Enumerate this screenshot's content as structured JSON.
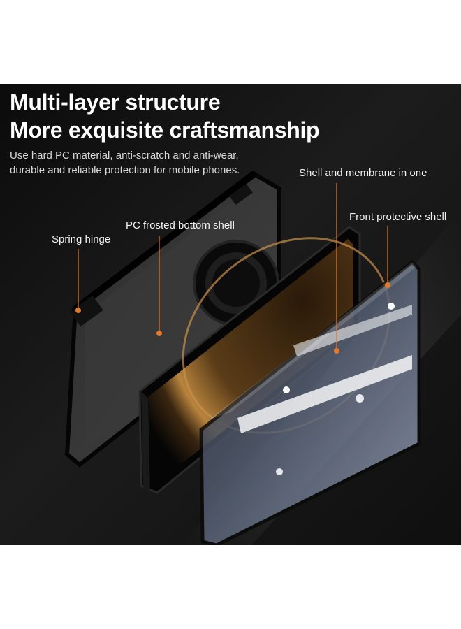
{
  "headline": {
    "line1": "Multi-layer structure",
    "line2": "More exquisite craftsmanship"
  },
  "subtitle": {
    "line1": "Use hard PC material, anti-scratch and anti-wear,",
    "line2": "durable and reliable protection for mobile phones."
  },
  "callouts": {
    "shell_membrane": "Shell and membrane in one",
    "front_shell": "Front protective shell",
    "pc_bottom": "PC frosted bottom shell",
    "spring_hinge": "Spring hinge"
  },
  "colors": {
    "background": "#111111",
    "callout_dot": "#e07a2e",
    "leader_line": "#e07a2e",
    "text": "#ffffff"
  }
}
